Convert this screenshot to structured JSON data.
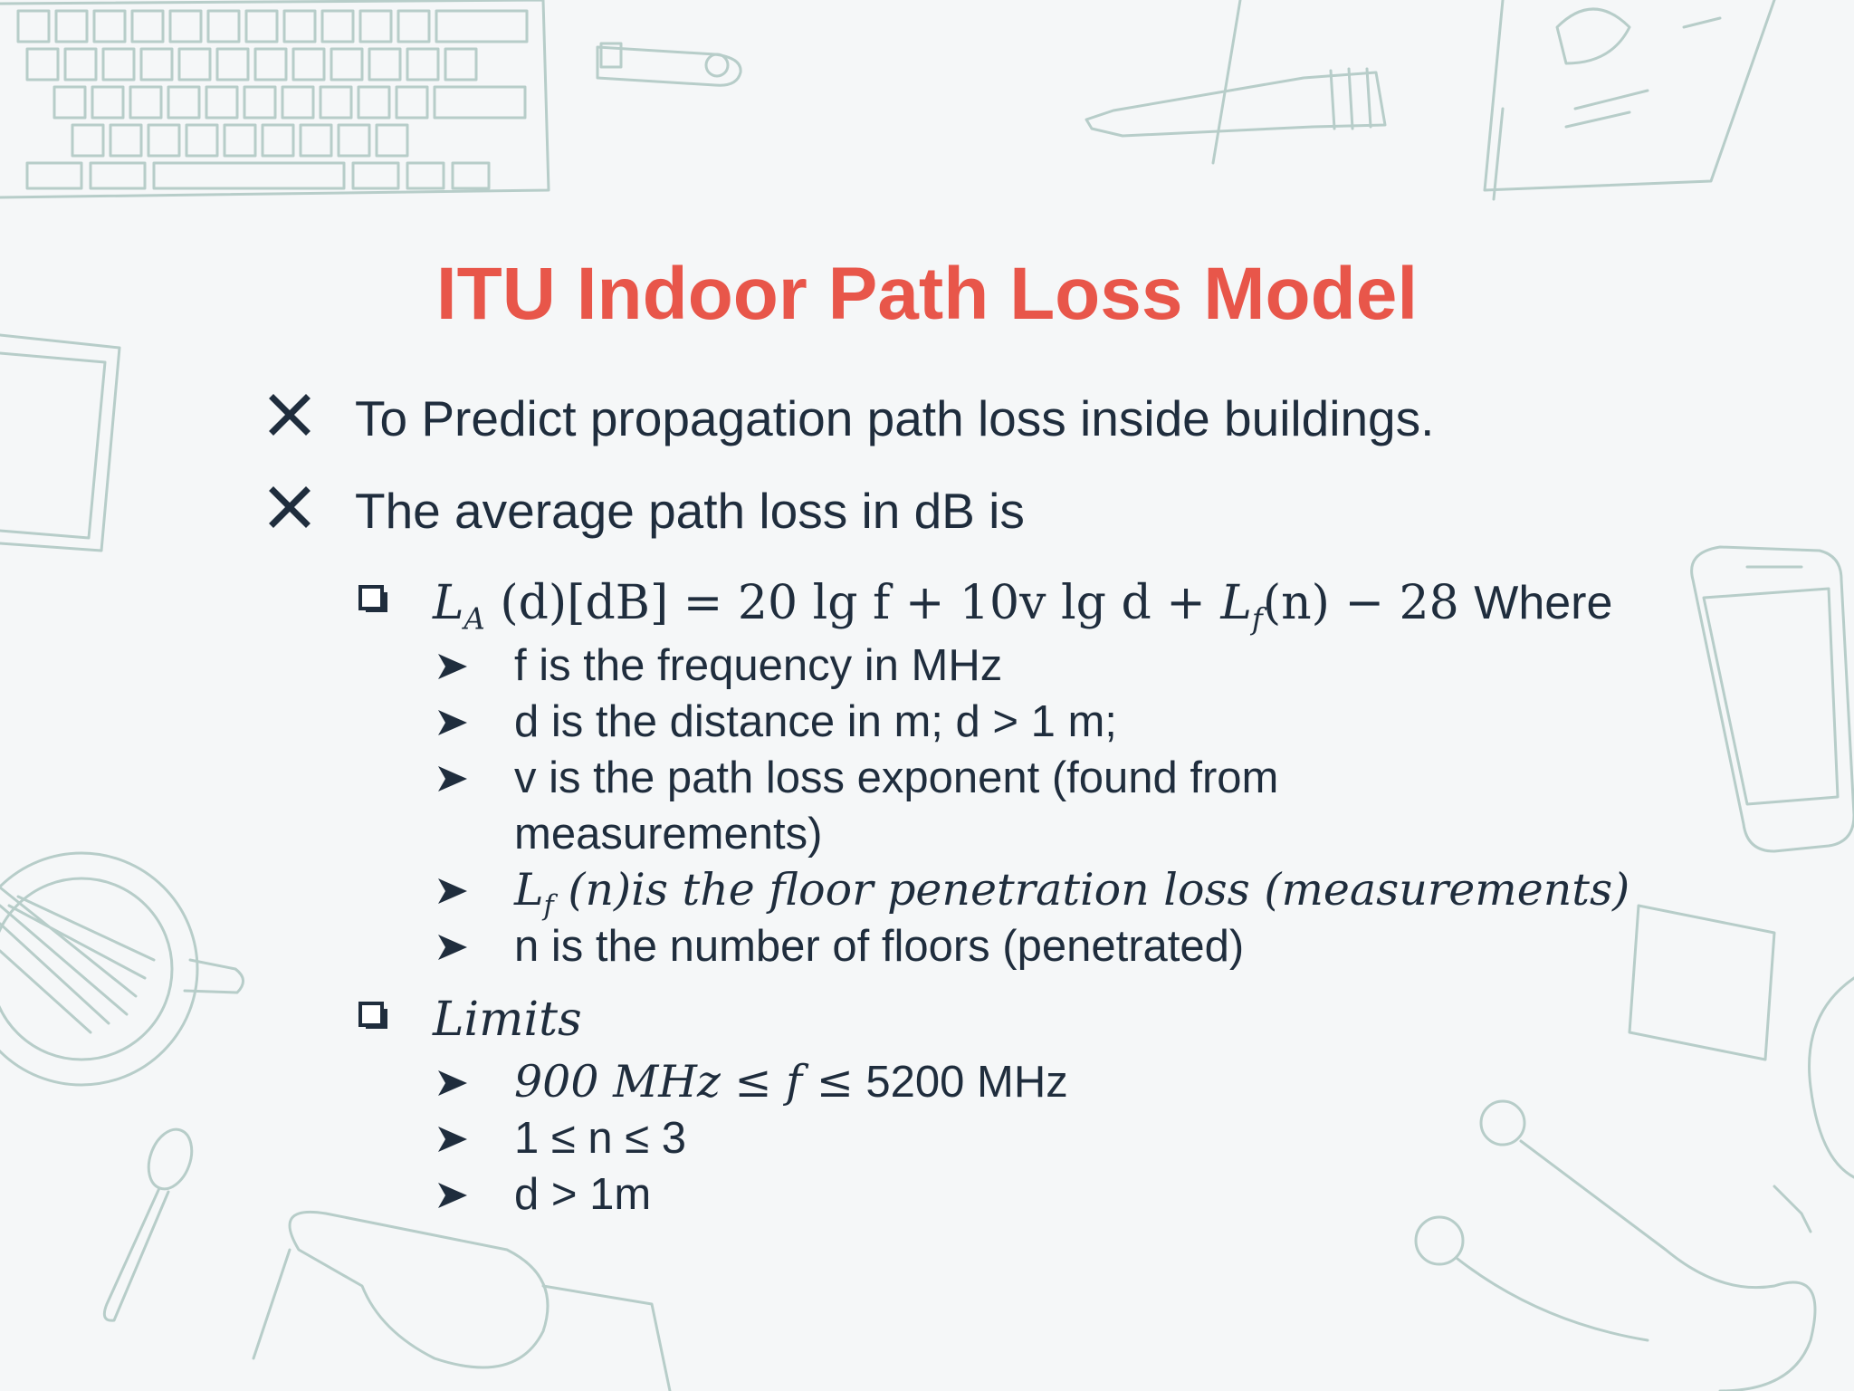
{
  "slide": {
    "title": "ITU Indoor Path Loss Model",
    "bullets": [
      {
        "marker": "x-mark-icon",
        "text": "To Predict propagation path loss inside buildings."
      },
      {
        "marker": "x-mark-icon",
        "text": "The average path loss in dB is"
      }
    ],
    "formula": {
      "marker": "checkbox-square-icon",
      "L": "L",
      "L_sub": "A",
      "body": " (d)[dB] = 20 lg f + 10v lg d + ",
      "Lf": "L",
      "Lf_sub": "f",
      "tail": "(n) − 28",
      "where": "Where"
    },
    "definitions": [
      "f is the frequency in MHz",
      "d is the distance in m; d > 1 m;",
      "v is the path loss exponent (found from",
      "measurements)",
      "(n)is the floor penetration loss (measurements)",
      "n is the number of floors (penetrated)"
    ],
    "definition_lf": {
      "L": "L",
      "sub": "f"
    },
    "limits": {
      "marker": "checkbox-square-icon",
      "heading": "Limits",
      "items": [
        {
          "math": "900 MHz ≤ f ≤",
          "text": " 5200 MHz"
        },
        {
          "math": "",
          "text": "1 ≤ n ≤ 3"
        },
        {
          "math": "",
          "text": "d > 1m"
        }
      ]
    }
  },
  "colors": {
    "title": "#e8564a",
    "text": "#1f2d3d",
    "background": "#f5f7f8",
    "sketch": "#b7cdc9"
  }
}
